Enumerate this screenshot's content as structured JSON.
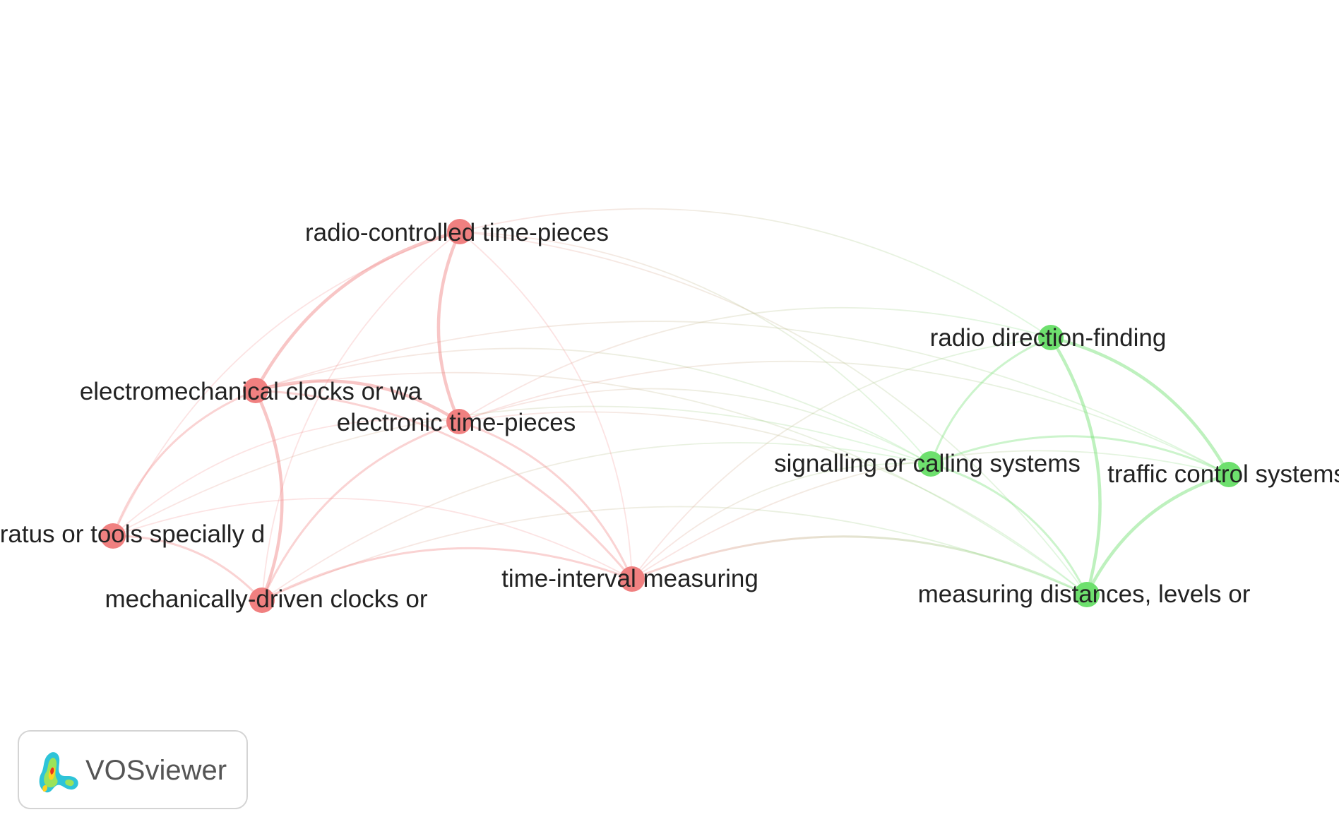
{
  "network": {
    "clusters": [
      {
        "id": 1,
        "color": "#f08080"
      },
      {
        "id": 2,
        "color": "#6ee06e"
      }
    ],
    "nodes": [
      {
        "id": "rc",
        "label": "radio-controlled time-pieces",
        "cluster": 1
      },
      {
        "id": "em",
        "label": "electromechanical clocks or wa",
        "cluster": 1
      },
      {
        "id": "et",
        "label": "electronic time-pieces",
        "cluster": 1
      },
      {
        "id": "ap",
        "label": "paratus or tools specially d",
        "cluster": 1
      },
      {
        "id": "md",
        "label": "mechanically-driven clocks or",
        "cluster": 1
      },
      {
        "id": "ti",
        "label": "time-interval measuring",
        "cluster": 1
      },
      {
        "id": "rd",
        "label": "radio direction-finding",
        "cluster": 2
      },
      {
        "id": "sc",
        "label": "signalling or calling systems",
        "cluster": 2
      },
      {
        "id": "tc",
        "label": "traffic control systems",
        "cluster": 2
      },
      {
        "id": "ms",
        "label": "measuring distances, levels or",
        "cluster": 2
      }
    ],
    "links": [
      {
        "source": "rc",
        "target": "em",
        "strength": 3
      },
      {
        "source": "rc",
        "target": "et",
        "strength": 3
      },
      {
        "source": "rc",
        "target": "ap",
        "strength": 1
      },
      {
        "source": "rc",
        "target": "md",
        "strength": 1
      },
      {
        "source": "rc",
        "target": "ti",
        "strength": 1
      },
      {
        "source": "rc",
        "target": "rd",
        "strength": 1
      },
      {
        "source": "rc",
        "target": "sc",
        "strength": 1
      },
      {
        "source": "rc",
        "target": "ms",
        "strength": 1
      },
      {
        "source": "em",
        "target": "et",
        "strength": 3
      },
      {
        "source": "em",
        "target": "ap",
        "strength": 2
      },
      {
        "source": "em",
        "target": "md",
        "strength": 3
      },
      {
        "source": "em",
        "target": "ti",
        "strength": 2
      },
      {
        "source": "em",
        "target": "sc",
        "strength": 1
      },
      {
        "source": "em",
        "target": "tc",
        "strength": 1
      },
      {
        "source": "em",
        "target": "ms",
        "strength": 1
      },
      {
        "source": "et",
        "target": "ap",
        "strength": 1
      },
      {
        "source": "et",
        "target": "md",
        "strength": 2
      },
      {
        "source": "et",
        "target": "ti",
        "strength": 2
      },
      {
        "source": "et",
        "target": "rd",
        "strength": 1
      },
      {
        "source": "et",
        "target": "sc",
        "strength": 1
      },
      {
        "source": "et",
        "target": "tc",
        "strength": 1
      },
      {
        "source": "et",
        "target": "ms",
        "strength": 1
      },
      {
        "source": "ap",
        "target": "md",
        "strength": 2
      },
      {
        "source": "ap",
        "target": "ti",
        "strength": 1
      },
      {
        "source": "ap",
        "target": "sc",
        "strength": 1
      },
      {
        "source": "md",
        "target": "ti",
        "strength": 2
      },
      {
        "source": "md",
        "target": "sc",
        "strength": 1
      },
      {
        "source": "md",
        "target": "ms",
        "strength": 1
      },
      {
        "source": "ti",
        "target": "rd",
        "strength": 1
      },
      {
        "source": "ti",
        "target": "sc",
        "strength": 1
      },
      {
        "source": "ti",
        "target": "tc",
        "strength": 1
      },
      {
        "source": "ti",
        "target": "ms",
        "strength": 2
      },
      {
        "source": "rd",
        "target": "sc",
        "strength": 2
      },
      {
        "source": "rd",
        "target": "tc",
        "strength": 3
      },
      {
        "source": "rd",
        "target": "ms",
        "strength": 3
      },
      {
        "source": "sc",
        "target": "tc",
        "strength": 2
      },
      {
        "source": "sc",
        "target": "ms",
        "strength": 2
      },
      {
        "source": "tc",
        "target": "ms",
        "strength": 3
      }
    ]
  },
  "branding": {
    "name": "VOSviewer",
    "icon": "vosviewer-logo-icon"
  }
}
